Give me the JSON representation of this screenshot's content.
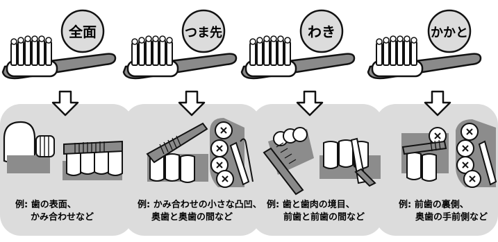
{
  "panels": [
    {
      "badge": "全面",
      "line1": "例: 歯の表面、",
      "line2": "かみ合わせなど",
      "tuft_color": "#ffffff"
    },
    {
      "badge": "つま先",
      "line1": "例: かみ合わせの小さな凸凹、",
      "line2": "奥歯と奥歯の間など",
      "tuft_color": "#e9e9e9"
    },
    {
      "badge": "わき",
      "line1": "例: 歯と歯肉の境目、",
      "line2": "前歯と前歯の間など",
      "tuft_color": "#e9e9e9"
    },
    {
      "badge": "かかと",
      "line1": "例: 前歯の裏側、",
      "line2": "奥歯の手前側など",
      "tuft_color": "#e9e9e9"
    }
  ],
  "colors": {
    "panel_bg": "#dcdcdc",
    "badge_bg": "#dcdcdc",
    "handle": "#8a8a8a",
    "gum": "#8c8c8c",
    "outline": "#111111"
  },
  "icons": [
    "toothbrush-icon",
    "arrow-down-icon",
    "tooth-icon"
  ]
}
